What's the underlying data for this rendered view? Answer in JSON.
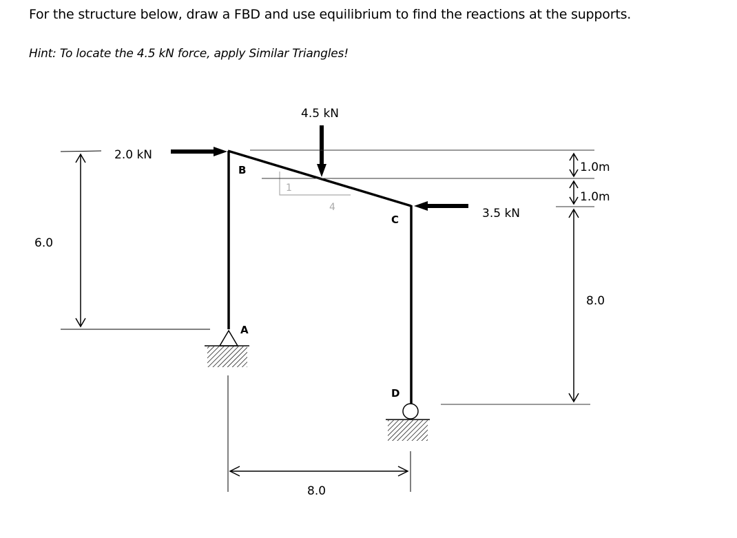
{
  "problem": {
    "prompt": "For the structure below, draw a FBD and use equilibrium to find the reactions at the supports.",
    "hint": "Hint: To locate the 4.5 kN force, apply Similar Triangles!"
  },
  "diagram": {
    "points": {
      "a": "A",
      "b": "B",
      "c": "C",
      "d": "D"
    },
    "loads": {
      "horizontal_at_b": "2.0 kN",
      "vertical_on_bc": "4.5 kN",
      "horizontal_at_c": "3.5 kN"
    },
    "slope": {
      "rise": "1",
      "run": "4"
    },
    "dimensions": {
      "left_height": "6.0",
      "right_top": "1.0m",
      "right_mid": "1.0m",
      "right_height": "8.0",
      "span": "8.0"
    },
    "supports": {
      "a": "pin",
      "d": "roller"
    },
    "colors": {
      "member": "#000000",
      "dimension": "#000000",
      "slope_triangle": "#aaaaaa"
    }
  }
}
